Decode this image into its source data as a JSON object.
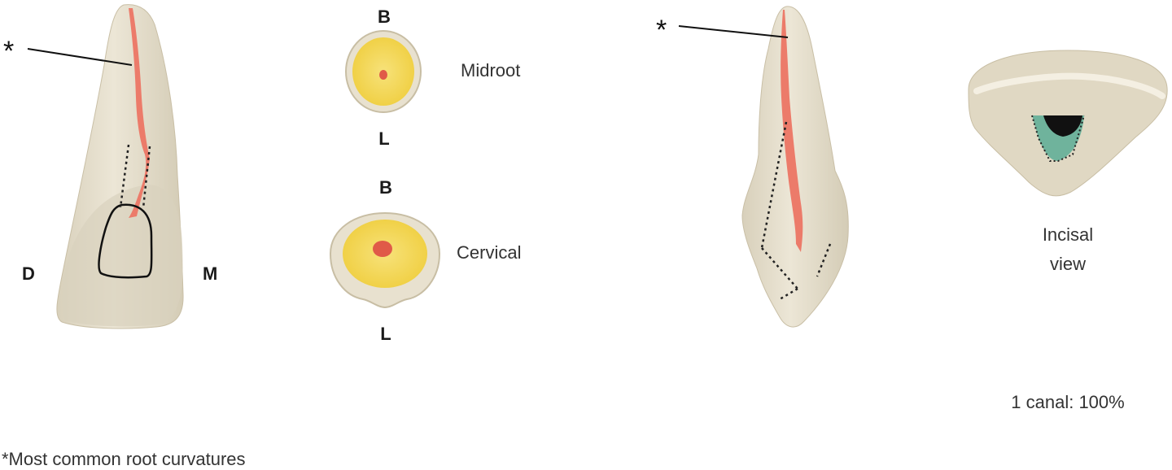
{
  "labels": {
    "asterisk_left": "*",
    "asterisk_right": "*",
    "distal": "D",
    "mesial": "M",
    "buccal_top": "B",
    "lingual_top": "L",
    "buccal_bottom": "B",
    "lingual_bottom": "L",
    "midroot": "Midroot",
    "cervical": "Cervical",
    "incisal_view_line1": "Incisal",
    "incisal_view_line2": "view",
    "canal_stat": "1 canal: 100%",
    "footnote": "*Most common root curvatures"
  },
  "colors": {
    "tooth": "#e3dcc8",
    "tooth_shade": "#cfc6ae",
    "pulp": "#ec7b6a",
    "dentin": "#f4d54a",
    "canal_opening": "#6fb39c",
    "outline": "#111111"
  }
}
